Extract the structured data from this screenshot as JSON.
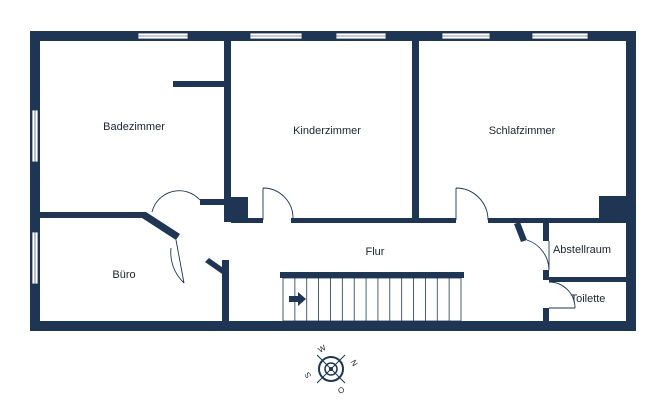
{
  "plan": {
    "wall_color": "#1e3553",
    "rooms": {
      "badezimmer": "Badezimmer",
      "kinderzimmer": "Kinderzimmer",
      "schlafzimmer": "Schlafzimmer",
      "flur": "Flur",
      "buero": "Büro",
      "abstellraum": "Abstellraum",
      "toilette": "Toilette"
    },
    "compass": {
      "n": "N",
      "o": "O",
      "s": "S",
      "w": "W"
    }
  }
}
